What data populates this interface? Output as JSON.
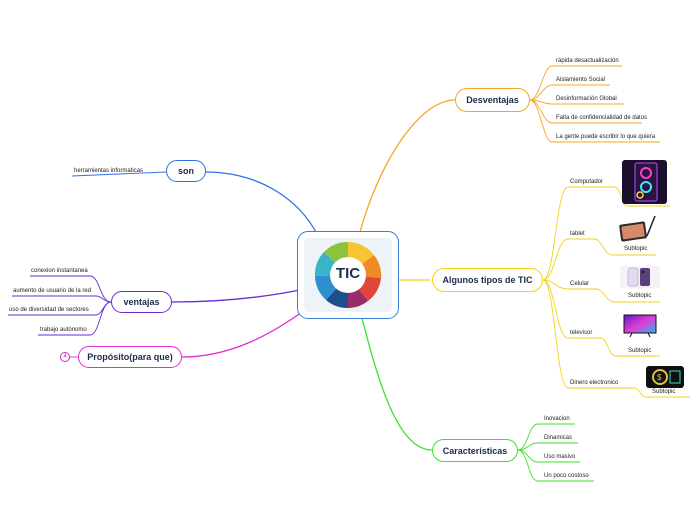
{
  "central": {
    "image": "tic-wheel-image",
    "title": "TIC"
  },
  "desventajas": {
    "label": "Desventajas",
    "items": [
      "rápida desactualización",
      "Aislamiento Social",
      "Desinformación Global",
      "Falta de confidencialidad de datos",
      "La gente puede escribir lo que quiera"
    ]
  },
  "son": {
    "label": "son",
    "items": [
      "herramientas informaticas"
    ]
  },
  "ventajas": {
    "label": "ventajas",
    "items": [
      "conexion instantanea",
      "aumento de usuario de la red",
      "uso de diversidad de sectores",
      "trabajo autónomo"
    ]
  },
  "proposito": {
    "label": "Propósito(para que)",
    "collapsed_count": "4"
  },
  "tipos": {
    "label": "Algunos tipos de TIC",
    "items": [
      "Computador",
      "tablet",
      "Celular",
      "televisor",
      "Dinero electronico"
    ],
    "subtopics": [
      "Subtopic",
      "Subtopic",
      "Subtopic",
      "Subtopic"
    ]
  },
  "caracteristicas": {
    "label": "Características",
    "items": [
      "Inovacion",
      "Dinamicas",
      "Uso masivo",
      "Un poco costoso"
    ]
  },
  "colors": {
    "desventajas": "#f5a623",
    "son": "#2f6fe0",
    "ventajas": "#6a2bd6",
    "proposito": "#e22bd0",
    "tipos": "#f2d21a",
    "caracteristicas": "#39e32a"
  }
}
